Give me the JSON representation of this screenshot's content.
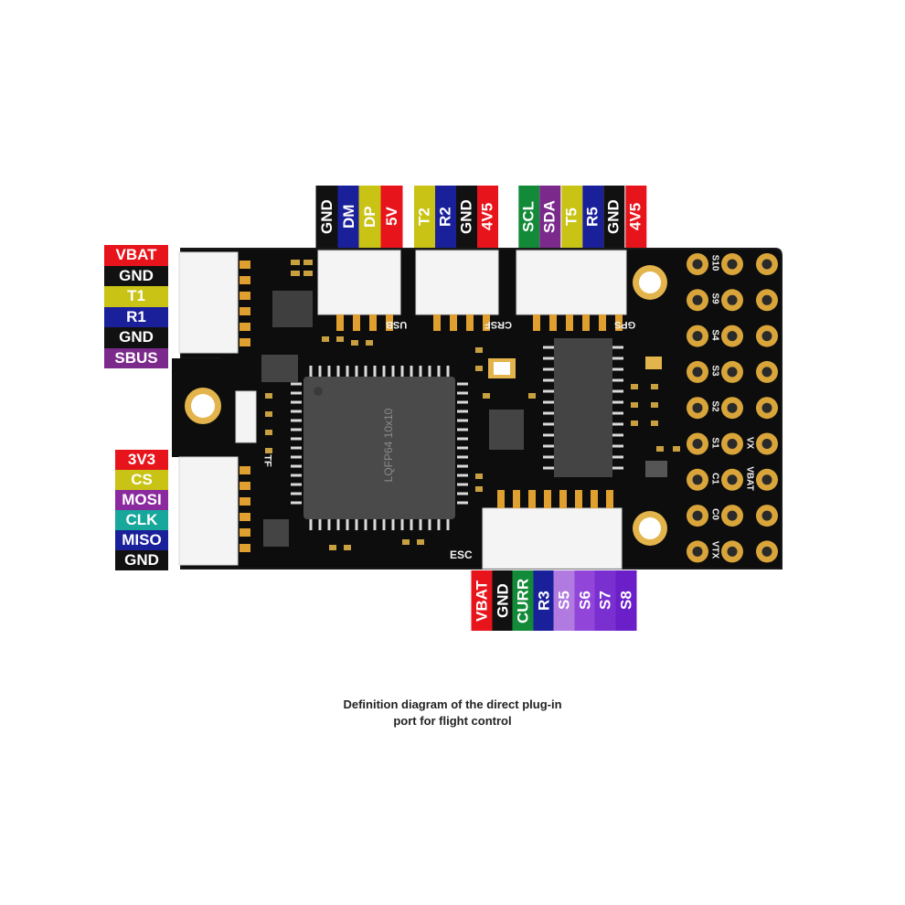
{
  "caption": {
    "line1": "Definition diagram of the direct plug-in",
    "line2": "port for flight control"
  },
  "board": {
    "mcu_marking": "LQFP64 10x10",
    "silkscreen": {
      "usb": "USB",
      "crsf": "CRSF",
      "gps": "GPS",
      "esc": "ESC",
      "tf": "TF"
    },
    "right_header_labels": [
      "S10",
      "S9",
      "S4",
      "S3",
      "S2",
      "S1",
      "C1",
      "C0",
      "VTX"
    ],
    "right_header_labels_col2": [
      "",
      "",
      "",
      "",
      "",
      "VX",
      "VBAT",
      "",
      ""
    ]
  },
  "connectors": {
    "uart_left": [
      {
        "text": "VBAT",
        "color": "#e8141b"
      },
      {
        "text": "GND",
        "color": "#111111"
      },
      {
        "text": "T1",
        "color": "#c9c316"
      },
      {
        "text": "R1",
        "color": "#1a1f9a"
      },
      {
        "text": "GND",
        "color": "#111111"
      },
      {
        "text": "SBUS",
        "color": "#7b2a8c"
      }
    ],
    "spi_left": [
      {
        "text": "3V3",
        "color": "#e8141b"
      },
      {
        "text": "CS",
        "color": "#c9c316"
      },
      {
        "text": "MOSI",
        "color": "#8a2a9e"
      },
      {
        "text": "CLK",
        "color": "#17a79b"
      },
      {
        "text": "MISO",
        "color": "#1a1f9a"
      },
      {
        "text": "GND",
        "color": "#111111"
      }
    ],
    "usb_top": [
      {
        "text": "GND",
        "color": "#111111"
      },
      {
        "text": "DM",
        "color": "#1a1f9a"
      },
      {
        "text": "DP",
        "color": "#c9c316"
      },
      {
        "text": "5V",
        "color": "#e8141b"
      }
    ],
    "crsf_top": [
      {
        "text": "T2",
        "color": "#c9c316"
      },
      {
        "text": "R2",
        "color": "#1a1f9a"
      },
      {
        "text": "GND",
        "color": "#111111"
      },
      {
        "text": "4V5",
        "color": "#e8141b"
      }
    ],
    "gps_top": [
      {
        "text": "SCL",
        "color": "#138a37"
      },
      {
        "text": "SDA",
        "color": "#7b2a8c"
      },
      {
        "text": "T5",
        "color": "#c9c316"
      },
      {
        "text": "R5",
        "color": "#1a1f9a"
      },
      {
        "text": "GND",
        "color": "#111111"
      },
      {
        "text": "4V5",
        "color": "#e8141b"
      }
    ],
    "esc_bottom": [
      {
        "text": "VBAT",
        "color": "#e8141b"
      },
      {
        "text": "GND",
        "color": "#111111"
      },
      {
        "text": "CURR",
        "color": "#138a37"
      },
      {
        "text": "R3",
        "color": "#1a1f9a"
      },
      {
        "text": "S5",
        "color": "#b07ae0"
      },
      {
        "text": "S6",
        "color": "#9146d9"
      },
      {
        "text": "S7",
        "color": "#7a2fd0"
      },
      {
        "text": "S8",
        "color": "#6a1fc8"
      }
    ]
  }
}
